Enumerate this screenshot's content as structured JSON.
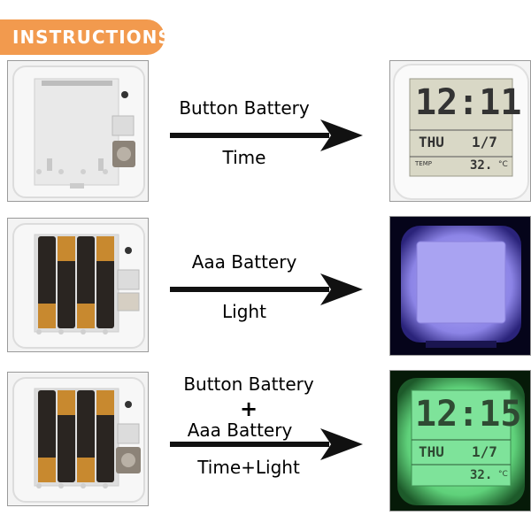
{
  "header": {
    "title": "INSTRUCTIONS"
  },
  "rows": [
    {
      "top_label": "Button Battery",
      "bottom_label": "Time"
    },
    {
      "top_label": "Aaa Battery",
      "bottom_label": "Light"
    },
    {
      "top_label": "Button Battery",
      "plus": "+",
      "mid_label": "Aaa Battery",
      "bottom_label": "Time+Light"
    }
  ],
  "clock": {
    "time1": "12:11",
    "time3": "12:15",
    "day": "THU",
    "date": "1/7",
    "temp": "32.",
    "temp_unit": "°C",
    "temp_label": "TEMP"
  },
  "colors": {
    "badge": "#f29a4e",
    "arrow": "#111111",
    "lcd": "#d9d8c6",
    "glow_blue": "#a9a3f2",
    "glow_green": "#7ee39a"
  }
}
